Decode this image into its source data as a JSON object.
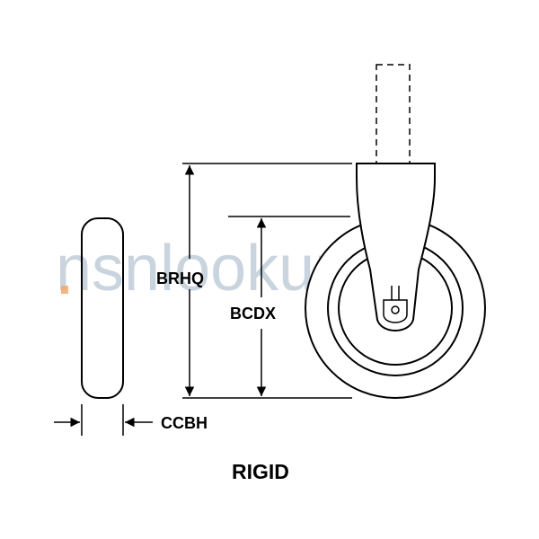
{
  "labels": {
    "overall_height": "BRHQ",
    "wheel_diameter": "BCDX",
    "wheel_width": "CCBH",
    "caption": "RIGID"
  },
  "watermark": {
    "text": "nsnlookup",
    "color": "#9fb2c4",
    "accent_color": "#f4a460"
  },
  "colors": {
    "line": "#000000",
    "background": "#ffffff"
  }
}
